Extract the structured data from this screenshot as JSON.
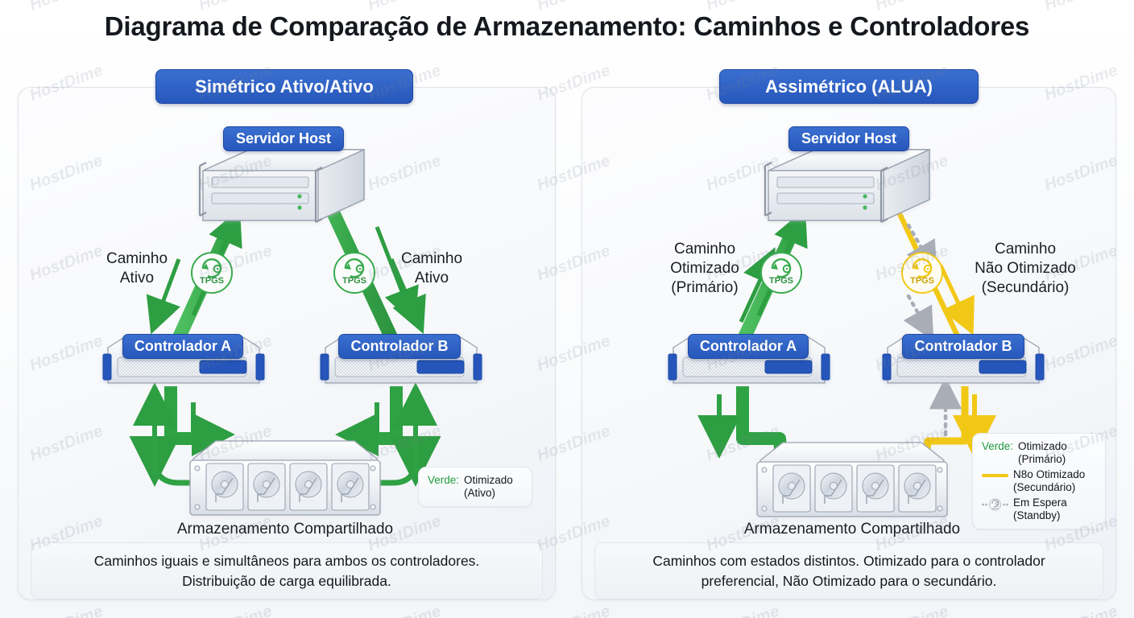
{
  "title": "Diagrama de Comparação de Armazenamento: Caminhos e Controladores",
  "panels": {
    "left": {
      "title": "Simétrico Ativo/Ativo",
      "host_label": "Servidor Host",
      "path_label_left": "Caminho\nAtivo",
      "path_label_left_l1": "Caminho",
      "path_label_left_l2": "Ativo",
      "path_label_right_l1": "Caminho",
      "path_label_right_l2": "Ativo",
      "tpgs_left": "TPGS",
      "tpgs_right": "TPGS",
      "controller_a": "Controlador A",
      "controller_b": "Controlador B",
      "storage_label": "Armazenamento Compartilhado",
      "legend": {
        "key_word": "Verde:",
        "value_l1": "Otimizado",
        "value_l2": "(Ativo)"
      },
      "description_l1": "Caminhos iguais e simultâneos para ambos os controladores.",
      "description_l2": "Distribuição de carga equilibrada."
    },
    "right": {
      "title": "Assimétrico (ALUA)",
      "host_label": "Servidor Host",
      "path_label_left_l1": "Caminho",
      "path_label_left_l2": "Otimizado",
      "path_label_left_l3": "(Primário)",
      "path_label_right_l1": "Caminho",
      "path_label_right_l2": "Não Otimizado",
      "path_label_right_l3": "(Secundário)",
      "tpgs_left": "TPGS",
      "tpgs_right": "TPGS",
      "controller_a": "Controlador A",
      "controller_b": "Controlador B",
      "storage_label": "Armazenamento Compartilhado",
      "legend": {
        "row1_key": "Verde:",
        "row1_l1": "Otimizado",
        "row1_l2": "(Primário)",
        "row2_l1": "N8o Otimizado",
        "row2_l2": "(Secundário)",
        "row3_l1": "Em Espera",
        "row3_l2": "(Standby)"
      },
      "description_l1": "Caminhos com estados distintos. Otimizado para o controlador",
      "description_l2": "preferencial, Não Otimizado para o secundário."
    }
  },
  "colors": {
    "green": "#3aab4e",
    "green_dark": "#1f9a3d",
    "blue": "#2757bb",
    "yellow": "#f2c816",
    "standby_gray": "#a8adb6",
    "text": "#14171c"
  },
  "watermark": {
    "text": "HostDime"
  }
}
